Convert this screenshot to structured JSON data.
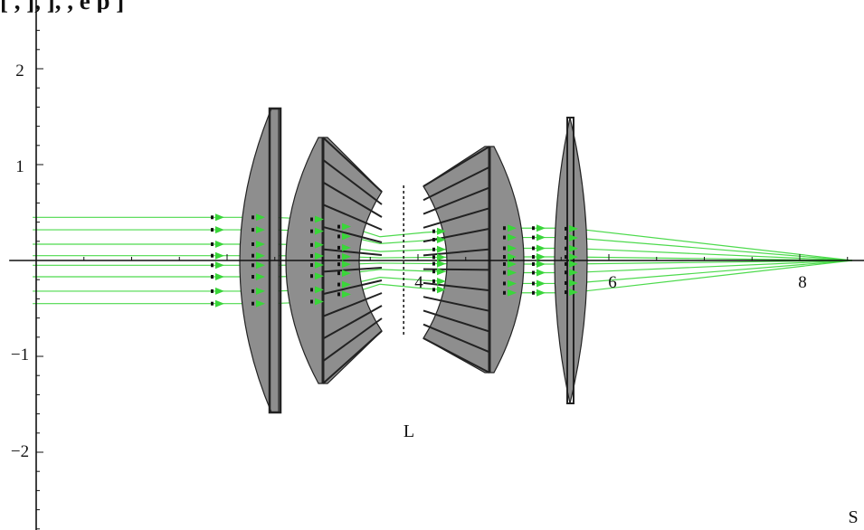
{
  "title_fragment": "[ , ], ], , e p ]",
  "colors": {
    "lens_fill": "#8e8e8e",
    "lens_stroke": "#222222",
    "ray": "#3ad63a",
    "axis": "#111111",
    "screen": "#777777"
  },
  "axis": {
    "y_ticks": [
      "2",
      "1",
      "−1",
      "−2"
    ],
    "x_ticks": [
      "4",
      "6",
      "8"
    ]
  },
  "labels": {
    "lens": "L",
    "screen": "S"
  },
  "chart_data": {
    "type": "ray-trace diagram",
    "xlim": [
      -0.15,
      8.7
    ],
    "ylim": [
      -3.0,
      2.6
    ],
    "ray_heights": [
      0.45,
      0.32,
      0.17,
      0.05,
      -0.05,
      -0.17,
      -0.32,
      -0.45
    ],
    "focus_x": 8.55,
    "stop_x": 3.85,
    "screen_x": 8.6
  }
}
